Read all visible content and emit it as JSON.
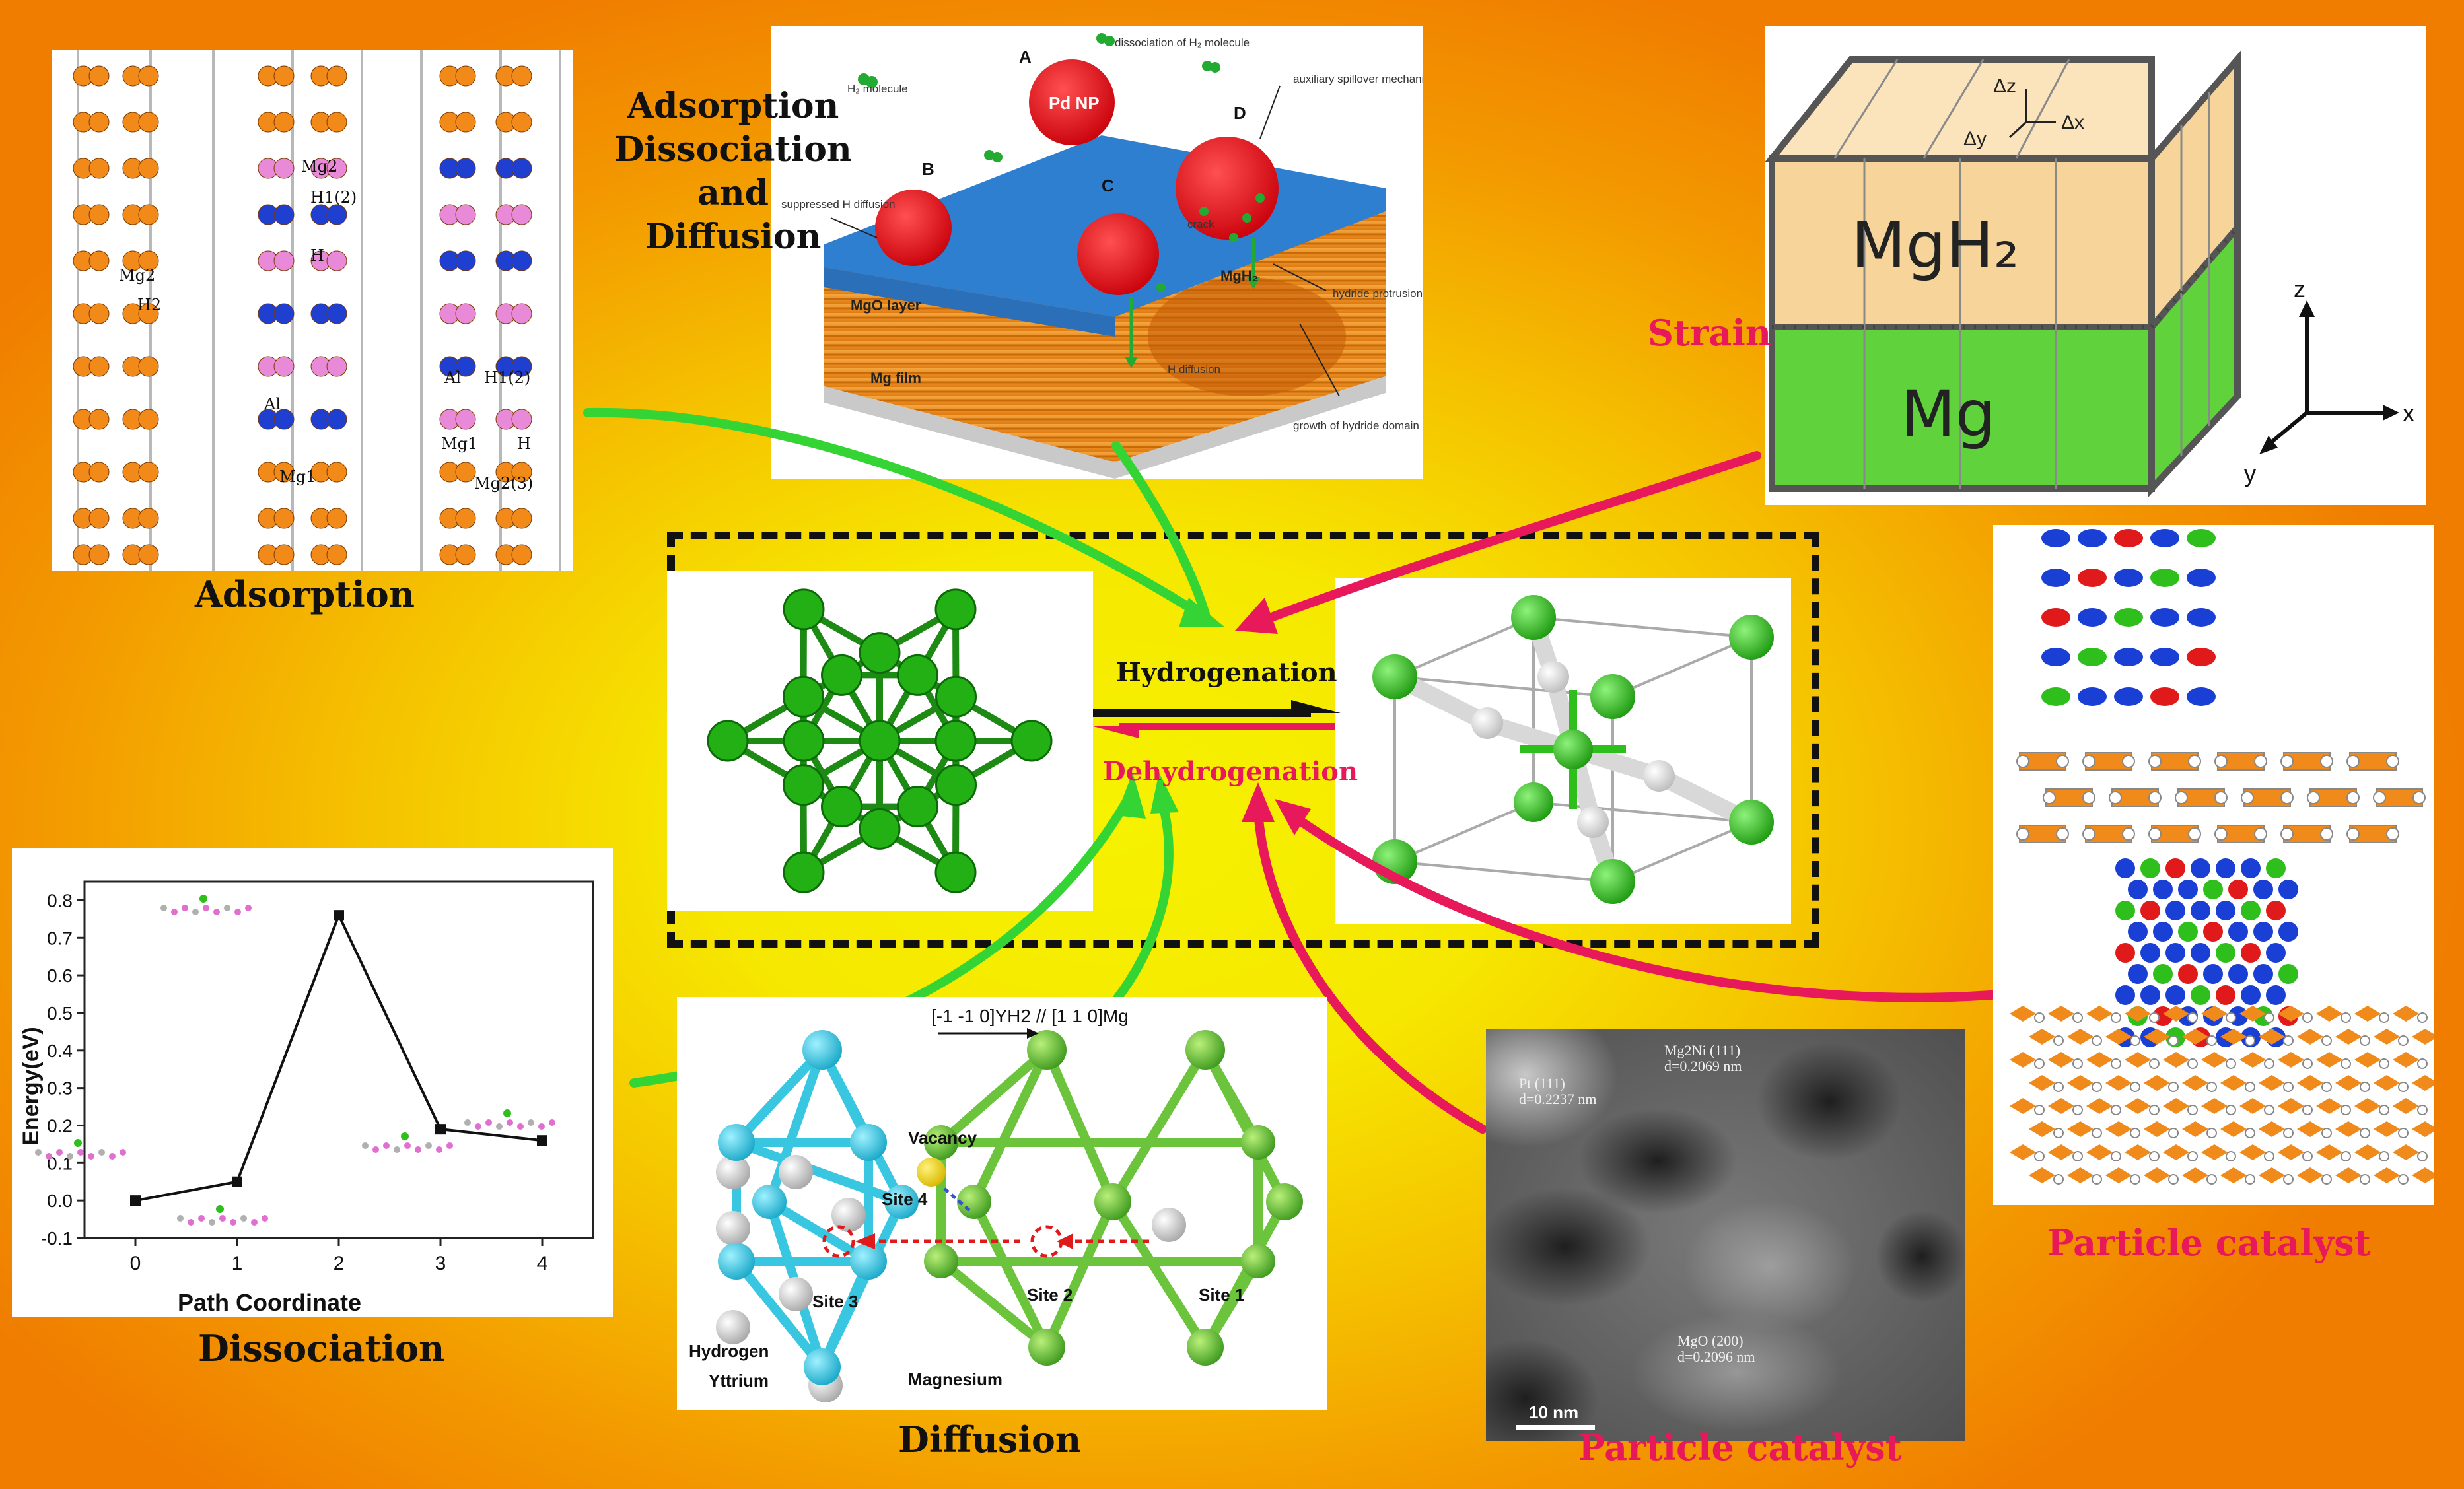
{
  "labels": {
    "adsorption": "Adsorption",
    "adsorption_dissociation_diffusion": [
      "Adsorption",
      "Dissociation",
      "and",
      "Diffusion"
    ],
    "dissociation": "Dissociation",
    "diffusion": "Diffusion",
    "strain": "Strain",
    "particle_catalyst_right": "Particle catalyst",
    "particle_catalyst_bottom": "Particle catalyst",
    "hydrogenation": "Hydrogenation",
    "dehydrogenation": "Dehydrogenation"
  },
  "adsorption_panel": {
    "atom_labels": [
      "Mg2",
      "H2",
      "Mg2",
      "H1(2)",
      "H",
      "Al",
      "Mg1",
      "Al",
      "H1(2)",
      "Mg1",
      "H",
      "Mg2(3)"
    ]
  },
  "pd_panel": {
    "labels": {
      "h2_molecule": "H₂ molecule",
      "dissociation": "dissociation of H₂ molecule",
      "site_a": "A",
      "site_b": "B",
      "site_c": "C",
      "site_d": "D",
      "pd_np": "Pd NP",
      "suppressed": "suppressed H diffusion",
      "spillover": "auxiliary spillover mechanism",
      "crack": "crack",
      "mgh2": "MgH₂",
      "hydride_protrusion": "hydride protrusion",
      "mgo_layer": "MgO layer",
      "mg_film": "Mg film",
      "h_diffusion": "H diffusion",
      "growth": "growth of hydride domain"
    }
  },
  "strain_panel": {
    "top_label": "MgH₂",
    "bottom_label": "Mg",
    "delta_labels": [
      "Δz",
      "Δy",
      "Δx"
    ],
    "axis_labels": [
      "z",
      "x",
      "y"
    ],
    "colors": {
      "top": "#f7d59a",
      "bottom": "#5fd23c"
    }
  },
  "diffusion_panel": {
    "orientation": "[-1 -1 0]YH2 // [1 1 0]Mg",
    "labels": {
      "vacancy": "Vacancy",
      "site1": "Site 1",
      "site2": "Site 2",
      "site3": "Site 3",
      "site4": "Site 4",
      "hydrogen": "Hydrogen",
      "yttrium": "Yttrium",
      "magnesium": "Magnesium"
    }
  },
  "tem_panel": {
    "annotations": [
      "Mg2Ni (111)",
      "d=0.2069 nm",
      "Pt (111)",
      "d=0.2237 nm",
      "MgO (200)",
      "d=0.2096 nm"
    ],
    "scale_bar": "10 nm"
  },
  "chart_data": {
    "type": "line",
    "x": [
      0,
      1,
      2,
      3,
      4
    ],
    "values": [
      0.0,
      0.05,
      0.76,
      0.19,
      0.16
    ],
    "xlabel": "Path Coordinate",
    "ylabel": "Energy(eV)",
    "xlim": [
      -0.5,
      4.5
    ],
    "ylim": [
      -0.1,
      0.85
    ],
    "xticks": [
      "0",
      "1",
      "2",
      "3",
      "4"
    ],
    "yticks": [
      "-0.1",
      "0.0",
      "0.1",
      "0.2",
      "0.3",
      "0.4",
      "0.5",
      "0.6",
      "0.7",
      "0.8"
    ],
    "grid": false
  }
}
